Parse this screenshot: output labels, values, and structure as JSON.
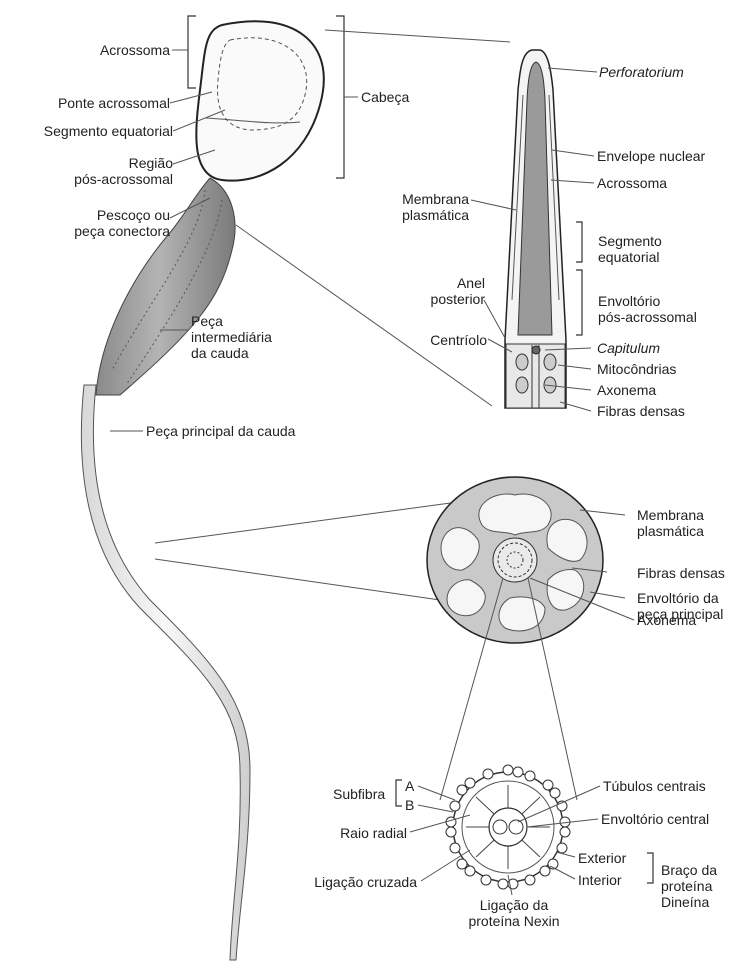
{
  "labels": {
    "acrossoma_head": "Acrossoma",
    "ponte_acrossomal": "Ponte acrossomal",
    "segmento_equatorial_head": "Segmento equatorial",
    "regiao_pos_acrossomal": "Região\npós-acrossomal",
    "cabeca": "Cabeça",
    "pescoco": "Pescoço ou\npeça conectora",
    "peca_intermediaria": "Peça\nintermediária\nda cauda",
    "peca_principal": "Peça principal da cauda",
    "perforatorium": "Perforatorium",
    "envelope_nuclear": "Envelope nuclear",
    "acrossoma_detail": "Acrossoma",
    "membrana_plasmatica_detail": "Membrana\nplasmática",
    "segmento_equatorial_detail": "Segmento\nequatorial",
    "anel_posterior": "Anel\nposterior",
    "envoltorio_pos_acrossomal": "Envoltório\npós-acrossomal",
    "centriolo": "Centríolo",
    "capitulum": "Capitulum",
    "mitocondrias": "Mitocôndrias",
    "axonema_detail": "Axonema",
    "fibras_densas_detail": "Fibras densas",
    "membrana_plasmatica_cross": "Membrana\nplasmática",
    "fibras_densas_cross": "Fibras densas",
    "envoltorio_peca_principal": "Envoltório da\npeça principal",
    "axonema_cross": "Axonema",
    "subfibra": "Subfibra",
    "subfibra_a": "A",
    "subfibra_b": "B",
    "tubulos_centrais": "Túbulos centrais",
    "raio_radial": "Raio radial",
    "envoltorio_central": "Envoltório central",
    "exterior": "Exterior",
    "interior": "Interior",
    "braco_dineina": "Braço da\nproteína\nDineína",
    "ligacao_cruzada": "Ligação cruzada",
    "ligacao_nexin": "Ligação da\nproteína Nexin"
  }
}
